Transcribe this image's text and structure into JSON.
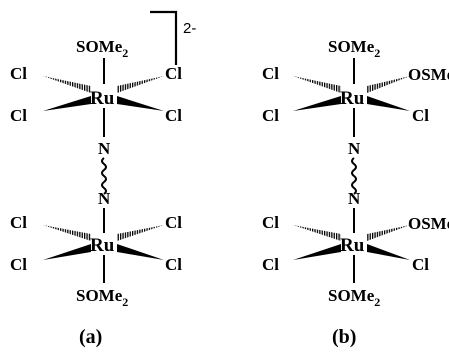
{
  "atoms": {
    "cl": "Cl",
    "ru": "Ru",
    "n": "N",
    "sulfoxide_s": "SOMe",
    "sulfoxide_o": "OSMe",
    "sub2": "2"
  },
  "charge": "2-",
  "panels": [
    {
      "label": "(a)"
    },
    {
      "label": "(b)"
    }
  ]
}
